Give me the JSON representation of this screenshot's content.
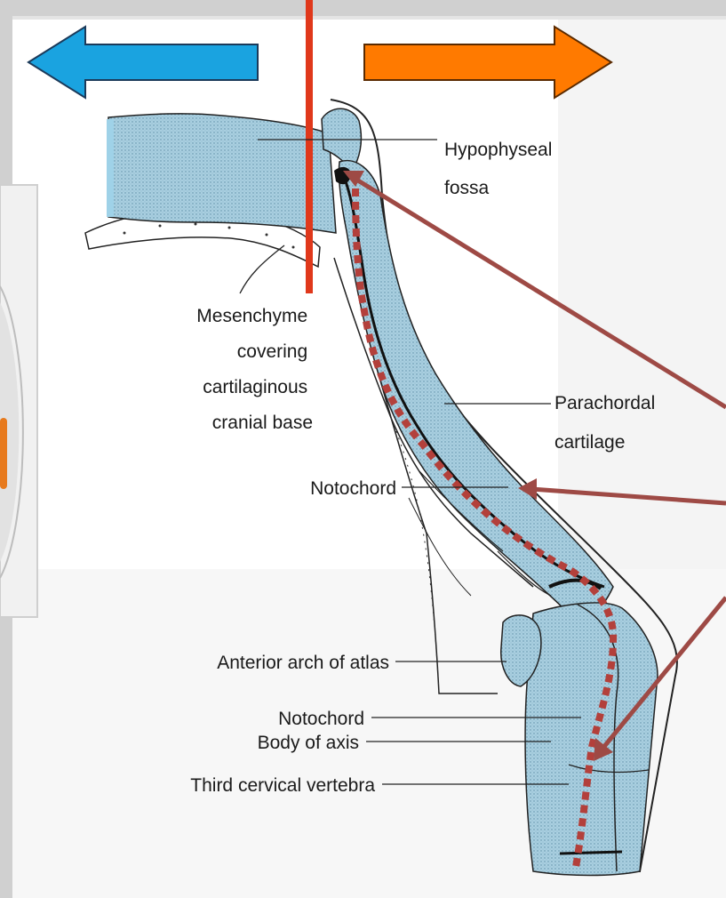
{
  "labels": {
    "hypophyseal_fossa": [
      "Hypophyseal",
      "fossa"
    ],
    "mesenchyme": [
      "Mesenchyme",
      "covering",
      "cartilaginous",
      "cranial base"
    ],
    "parachordal": [
      "Parachordal",
      "cartilage"
    ],
    "notochord_upper": "Notochord",
    "anterior_arch": "Anterior arch of atlas",
    "notochord_lower": "Notochord",
    "body_of_axis": "Body of axis",
    "third_cervical": "Third cervical vertebra"
  },
  "direction_arrows": [
    {
      "direction": "left",
      "color": "#1aa3e0"
    },
    {
      "direction": "right",
      "color": "#ff7a00"
    }
  ],
  "colors": {
    "divider_line": "#e0381b",
    "pointer_arrows": "#9e4a45",
    "notochord_path": "#b3403b",
    "cartilage_fill": "#a9cfe0",
    "frame": "#c8c8c8"
  }
}
